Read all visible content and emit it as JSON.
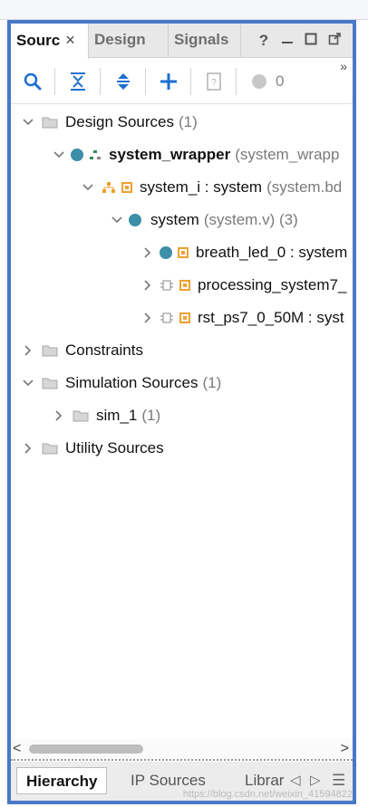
{
  "tabs": [
    {
      "label": "Sourc",
      "active": true,
      "close": "×"
    },
    {
      "label": "Design",
      "active": false
    },
    {
      "label": "Signals",
      "active": false
    }
  ],
  "tab_icons": {
    "help": "?",
    "minimize": "‒",
    "maximize": "□",
    "float": "↗"
  },
  "toolbar": {
    "more": "»",
    "message_count": "0"
  },
  "tree": {
    "design_sources": {
      "label": "Design Sources",
      "count": "(1)"
    },
    "system_wrapper": {
      "label": "system_wrapper",
      "meta": "(system_wrapp"
    },
    "system_i": {
      "label": "system_i : system",
      "meta": "(system.bd"
    },
    "system": {
      "label": "system",
      "meta": "(system.v) (3)"
    },
    "breath_led": {
      "label": "breath_led_0 : system"
    },
    "processing": {
      "label": "processing_system7_"
    },
    "rst": {
      "label": "rst_ps7_0_50M : syst"
    },
    "constraints": {
      "label": "Constraints"
    },
    "sim_sources": {
      "label": "Simulation Sources",
      "count": "(1)"
    },
    "sim_1": {
      "label": "sim_1",
      "count": "(1)"
    },
    "utility_sources": {
      "label": "Utility Sources"
    }
  },
  "scroll_arrows": {
    "left": "<",
    "right": ">"
  },
  "bottom_tabs": [
    {
      "label": "Hierarchy",
      "active": true
    },
    {
      "label": "IP Sources",
      "active": false
    },
    {
      "label": "Librar",
      "active": false
    }
  ],
  "bottom_icons": {
    "prev": "◁",
    "next": "▷",
    "menu": "☰"
  },
  "watermark": "https://blog.csdn.net/weixin_41594822",
  "colors": {
    "frame": "#4a78c7",
    "accent": "#1e6fd0",
    "dot": "#3d8ea8",
    "ip_orange": "#f0a030"
  }
}
